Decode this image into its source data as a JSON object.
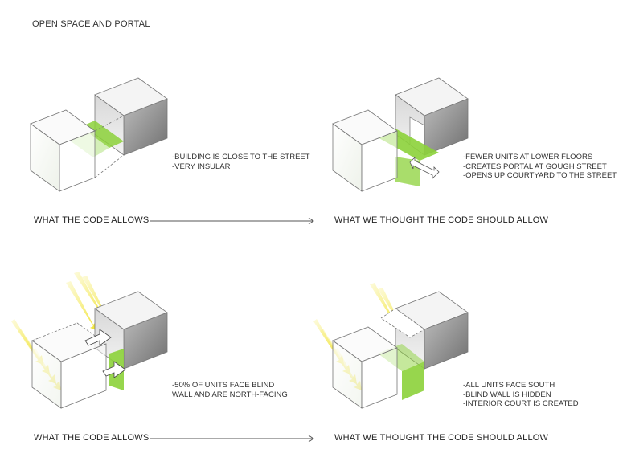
{
  "title": "OPEN SPACE AND PORTAL",
  "colors": {
    "green": "#8cd13a",
    "sun": "#f2e21c",
    "dark_box": "#8e8e8e",
    "line": "#666666"
  },
  "rows": [
    {
      "left_caption": "WHAT THE CODE ALLOWS",
      "right_caption": "WHAT WE THOUGHT THE CODE SHOULD ALLOW",
      "left_notes": [
        "-BUILDING IS CLOSE TO THE STREET",
        "-VERY INSULAR"
      ],
      "right_notes": [
        "-FEWER UNITS AT LOWER FLOORS",
        "-CREATES PORTAL AT GOUGH STREET",
        "-OPENS UP COURTYARD TO THE STREET"
      ]
    },
    {
      "left_caption": "WHAT THE CODE ALLOWS",
      "right_caption": "WHAT WE THOUGHT THE CODE SHOULD ALLOW",
      "left_notes": [
        "-50% OF UNITS FACE BLIND",
        "WALL AND ARE NORTH-FACING"
      ],
      "right_notes": [
        "-ALL UNITS FACE SOUTH",
        "-BLIND WALL IS HIDDEN",
        "-INTERIOR COURT IS CREATED"
      ]
    }
  ]
}
